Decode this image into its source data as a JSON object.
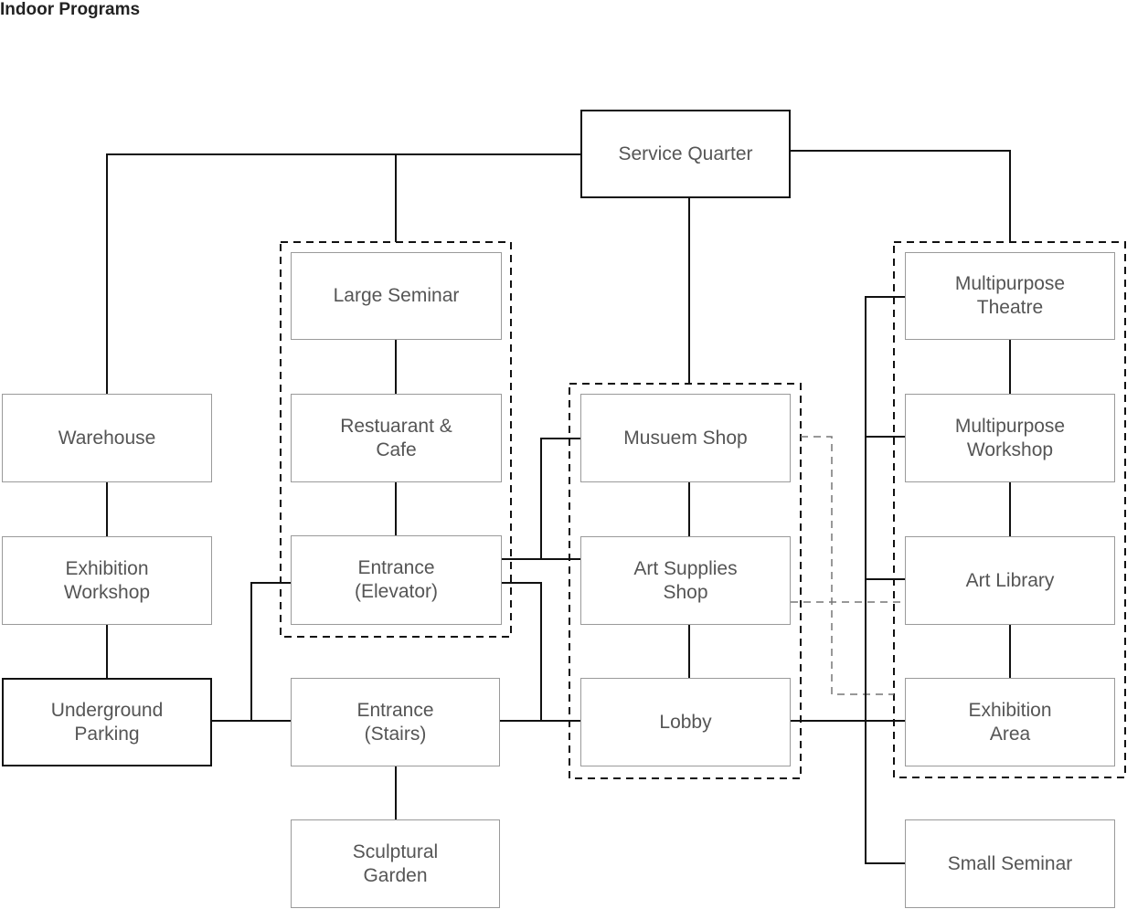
{
  "title": "Indoor Programs",
  "colors": {
    "line": "#111111",
    "dashed_group": "#111111",
    "dashed_link": "#777777",
    "box_border": "#9a9a9a",
    "text": "#555555"
  },
  "nodes": {
    "service_quarter": "Service Quarter",
    "large_seminar": "Large Seminar",
    "warehouse": "Warehouse",
    "restaurant_cafe": "Restuarant &\nCafe",
    "museum_shop": "Musuem Shop",
    "multipurpose_theatre": "Multipurpose\nTheatre",
    "multipurpose_workshop": "Multipurpose\nWorkshop",
    "exhibition_workshop": "Exhibition\nWorkshop",
    "entrance_elevator": "Entrance\n(Elevator)",
    "art_supplies_shop": "Art Supplies\nShop",
    "art_library": "Art Library",
    "underground_parking": "Underground\nParking",
    "entrance_stairs": "Entrance\n(Stairs)",
    "lobby": "Lobby",
    "exhibition_area": "Exhibition\nArea",
    "sculptural_garden": "Sculptural\nGarden",
    "small_seminar": "Small Seminar"
  }
}
